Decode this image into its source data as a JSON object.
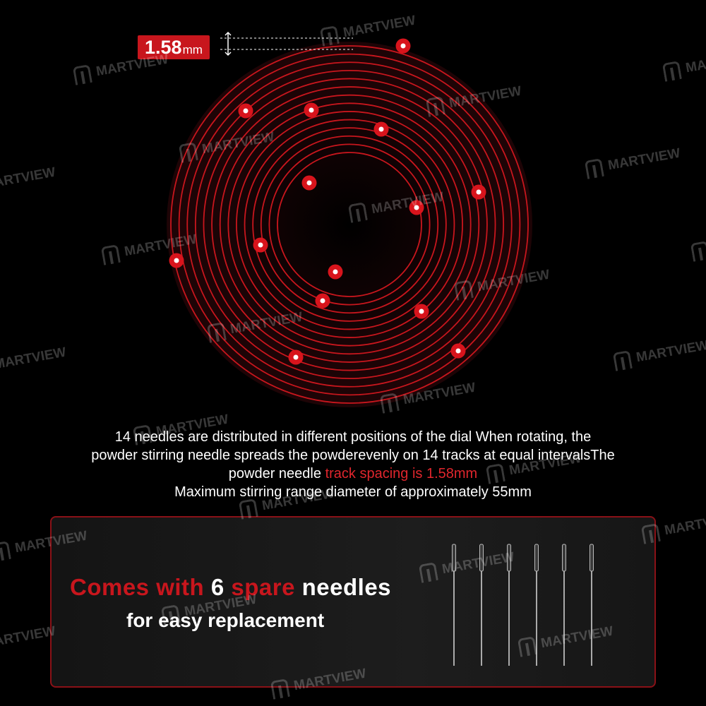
{
  "watermark": {
    "brand": "MARTVIEW"
  },
  "spacing_badge": {
    "value": "1.58",
    "unit": "mm"
  },
  "dial": {
    "track_count": 14,
    "needle_count": 14,
    "track_color": "#c8161d",
    "needle_color": "#d8141c"
  },
  "caption": {
    "line1": "14 needles are distributed in different positions of the dial When rotating, the",
    "line2": "powder stirring needle spreads the powderevenly on 14 tracks at equal intervalsThe",
    "line3_prefix": "powder needle ",
    "line3_highlight": "track spacing is 1.58mm",
    "line4": "Maximum stirring range diameter of approximately 55mm"
  },
  "spare_panel": {
    "title_w1": "Comes with ",
    "title_w2": "6 ",
    "title_w3": "spare ",
    "title_w4": "needles",
    "subtitle": "for easy replacement",
    "needle_count": 6
  },
  "colors": {
    "accent": "#c8161d",
    "highlight_text": "#e0262d",
    "background": "#000000"
  }
}
